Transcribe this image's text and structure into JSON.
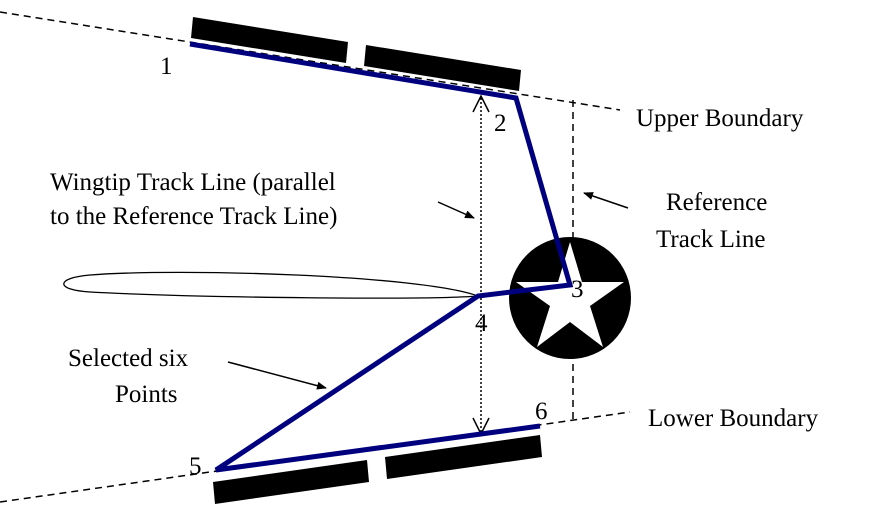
{
  "labels": {
    "upper_boundary": "Upper Boundary",
    "lower_boundary": "Lower Boundary",
    "wingtip_line1": "Wingtip Track Line (parallel",
    "wingtip_line2": "to the Reference Track Line)",
    "reference_line1": "Reference",
    "reference_line2": "Track Line",
    "selected_line1": "Selected six",
    "selected_line2": "Points"
  },
  "points": [
    "1",
    "2",
    "3",
    "4",
    "5",
    "6"
  ],
  "colors": {
    "track": "#00007f",
    "marker": "#000000",
    "star": "#ffffff"
  },
  "icons": {
    "reference_marker": "star-in-circle-icon",
    "wing": "airfoil-shape"
  }
}
